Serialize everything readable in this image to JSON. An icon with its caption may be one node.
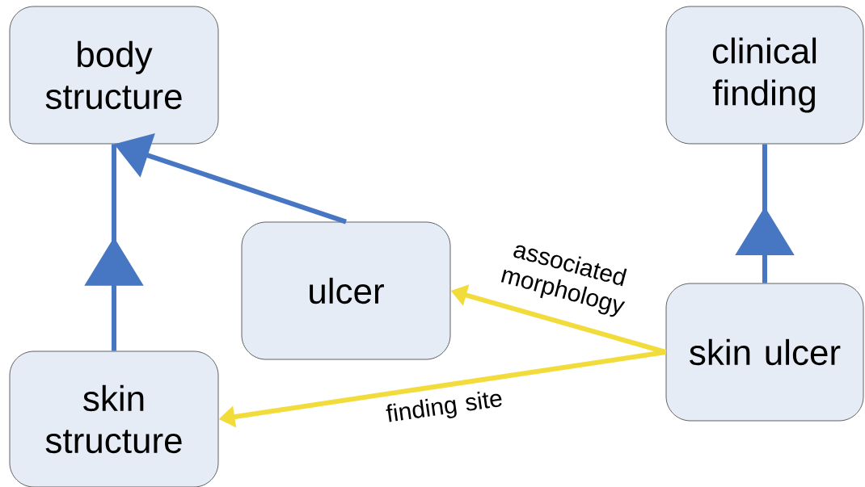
{
  "diagram": {
    "nodes": [
      {
        "text": [
          "body structure"
        ]
      },
      {
        "text": [
          "clinical finding"
        ]
      },
      {
        "text": [
          "ulcer"
        ]
      },
      {
        "text": [
          "skin structure"
        ]
      },
      {
        "text": [
          "skin ulcer"
        ]
      }
    ],
    "edges": [
      {
        "from": 3,
        "to": 0,
        "arrow": "to"
      },
      {
        "from": 2,
        "to": 0,
        "arrow": "to"
      },
      {
        "from": 4,
        "to": 1,
        "arrow": "to"
      },
      {
        "from": 4,
        "to": 2,
        "arrow": "to",
        "label": "associated morphology",
        "color": "#f2dc3c"
      },
      {
        "from": 4,
        "to": 3,
        "arrow": "to",
        "label": "finding site",
        "color": "#f2dc3c"
      }
    ]
  }
}
